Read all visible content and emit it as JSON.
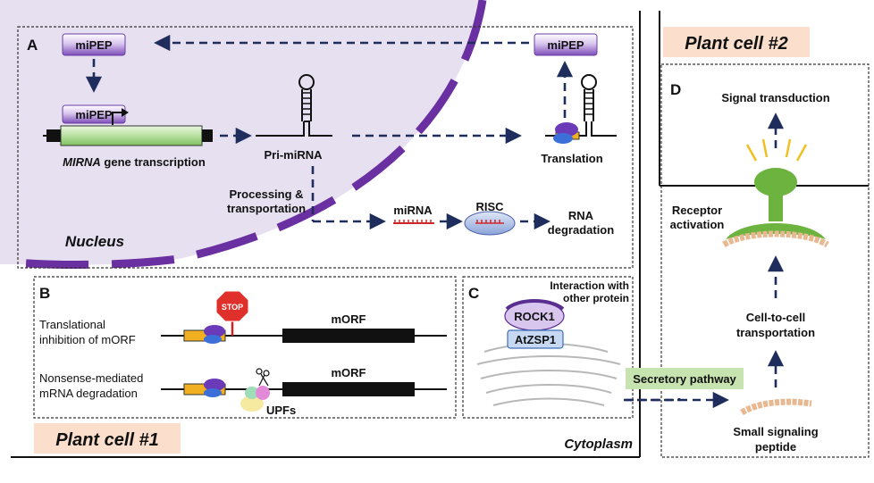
{
  "panels": {
    "a": "A",
    "b": "B",
    "c": "C",
    "d": "D"
  },
  "cells": {
    "cell1": "Plant cell #1",
    "cell2": "Plant cell #2"
  },
  "compartments": {
    "nucleus": "Nucleus",
    "cytoplasm": "Cytoplasm"
  },
  "panel_a": {
    "mipep": "miPEP",
    "gene_prefix": "MIRNA",
    "gene_suffix": " gene transcription",
    "pri_mirna": "Pri-miRNA",
    "translation": "Translation",
    "processing_line1": "Processing &",
    "processing_line2": "transportation",
    "mirna": "miRNA",
    "risc": "RISC",
    "rna_deg_line1": "RNA",
    "rna_deg_line2": "degradation"
  },
  "panel_b": {
    "row1_line1": "Translational",
    "row1_line2": "inhibition of mORF",
    "row2_line1": "Nonsense-mediated",
    "row2_line2": "mRNA degradation",
    "morf": "mORF",
    "stop": "STOP",
    "upfs": "UPFs"
  },
  "panel_c": {
    "interaction_line1": "Interaction with",
    "interaction_line2": "other protein",
    "rock1": "ROCK1",
    "atzsp1": "AtZSP1",
    "secretory": "Secretory pathway"
  },
  "panel_d": {
    "signal": "Signal transduction",
    "receptor_line1": "Receptor",
    "receptor_line2": "activation",
    "c2c_line1": "Cell-to-cell",
    "c2c_line2": "transportation",
    "ssp_line1": "Small signaling",
    "ssp_line2": "peptide"
  },
  "colors": {
    "arrow": "#1f2d5c",
    "nucleus_fill": "#e6e0f0",
    "nucleus_border": "#6a2fa0",
    "gene_green": "#b8e0a0",
    "mipep_purple": "#8a5cc0",
    "cell_label_bg": "#fbdfcc",
    "secretory_green": "#c6e3b0",
    "receptor_green": "#6cb33f",
    "peptide": "#e8b890",
    "mirna_red": "#d0282a",
    "stop_red": "#e0302c",
    "orf_orange": "#f0b020"
  }
}
